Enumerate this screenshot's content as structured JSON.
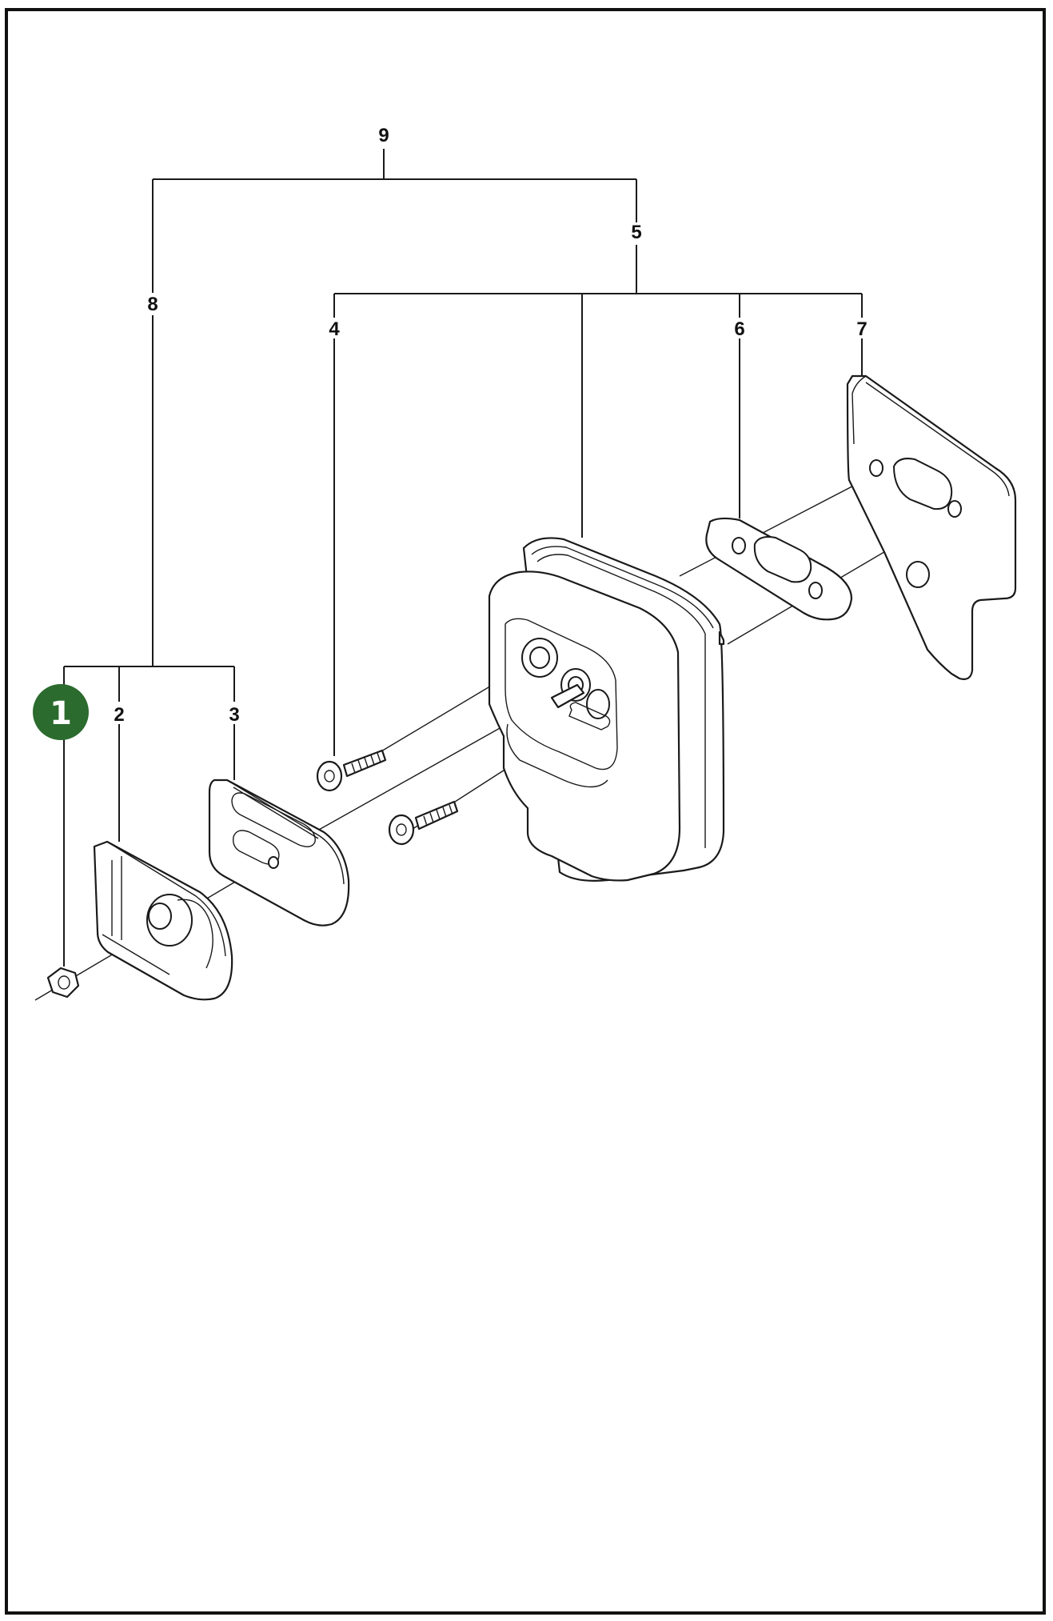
{
  "labels": {
    "l9": "9",
    "l5": "5",
    "l8": "8",
    "l4": "4",
    "l6": "6",
    "l7": "7",
    "l2": "2",
    "l3": "3",
    "l1": "1"
  },
  "colors": {
    "callout_fill": "#2b6b2e",
    "line": "#1a1a1a",
    "frame": "#111111"
  },
  "callout": {
    "number": "1",
    "color_name": "green"
  }
}
